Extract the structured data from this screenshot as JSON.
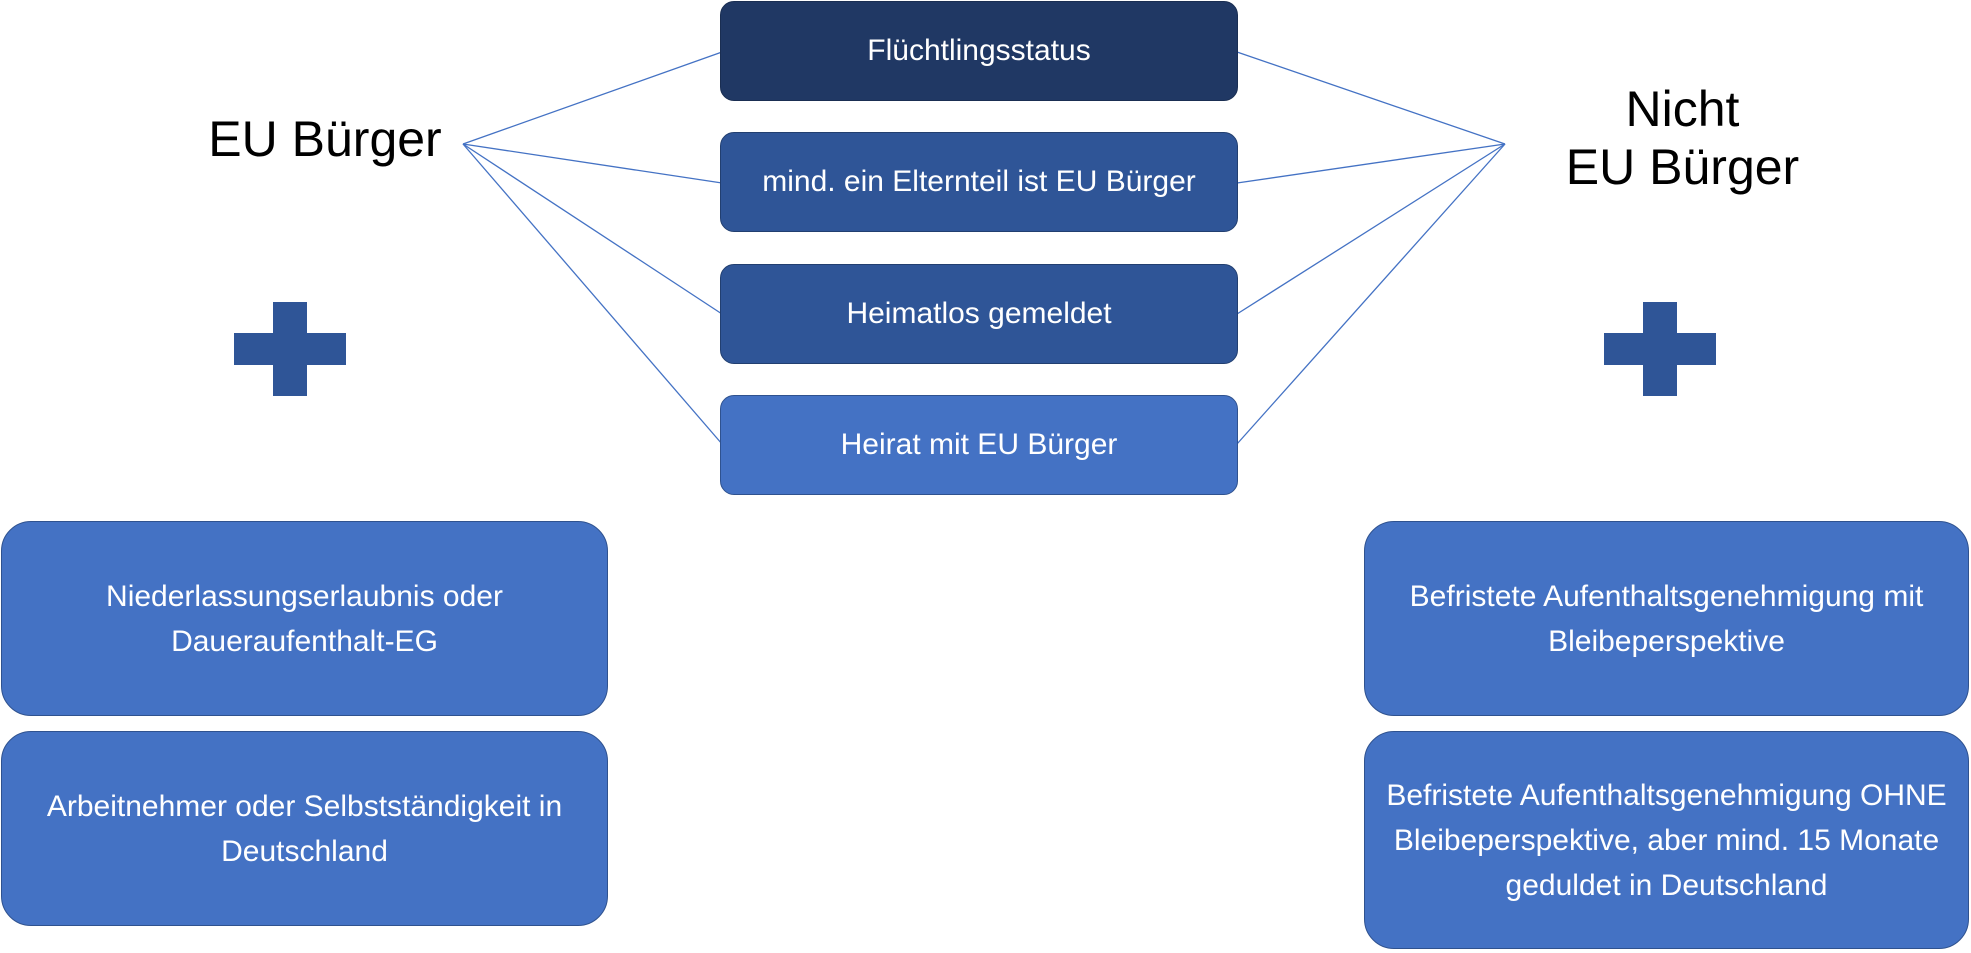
{
  "headings": {
    "left": "EU Bürger",
    "right_line1": "Nicht",
    "right_line2": "EU Bürger"
  },
  "criteria": [
    {
      "label": "Flüchtlingsstatus",
      "color": "#203864"
    },
    {
      "label": "mind. ein Elternteil ist EU Bürger",
      "color": "#2f5597"
    },
    {
      "label": "Heimatlos gemeldet",
      "color": "#2f5597"
    },
    {
      "label": "Heirat mit EU Bürger",
      "color": "#4472c4"
    }
  ],
  "eu_requirements": [
    "Niederlassungserlaubnis oder Daueraufenthalt-EG",
    "Arbeitnehmer oder Selbstständigkeit in Deutschland"
  ],
  "non_eu_requirements": [
    "Befristete Aufenthaltsgenehmigung mit Bleibeperspektive",
    "Befristete Aufenthaltsgenehmigung OHNE Bleibeperspektive, aber mind. 15 Monate geduldet in Deutschland"
  ],
  "colors": {
    "connector": "#4472c4",
    "plus": "#2f5597",
    "side_box": "#4472c4"
  },
  "icons": {
    "left_plus": "plus-icon",
    "right_plus": "plus-icon"
  }
}
